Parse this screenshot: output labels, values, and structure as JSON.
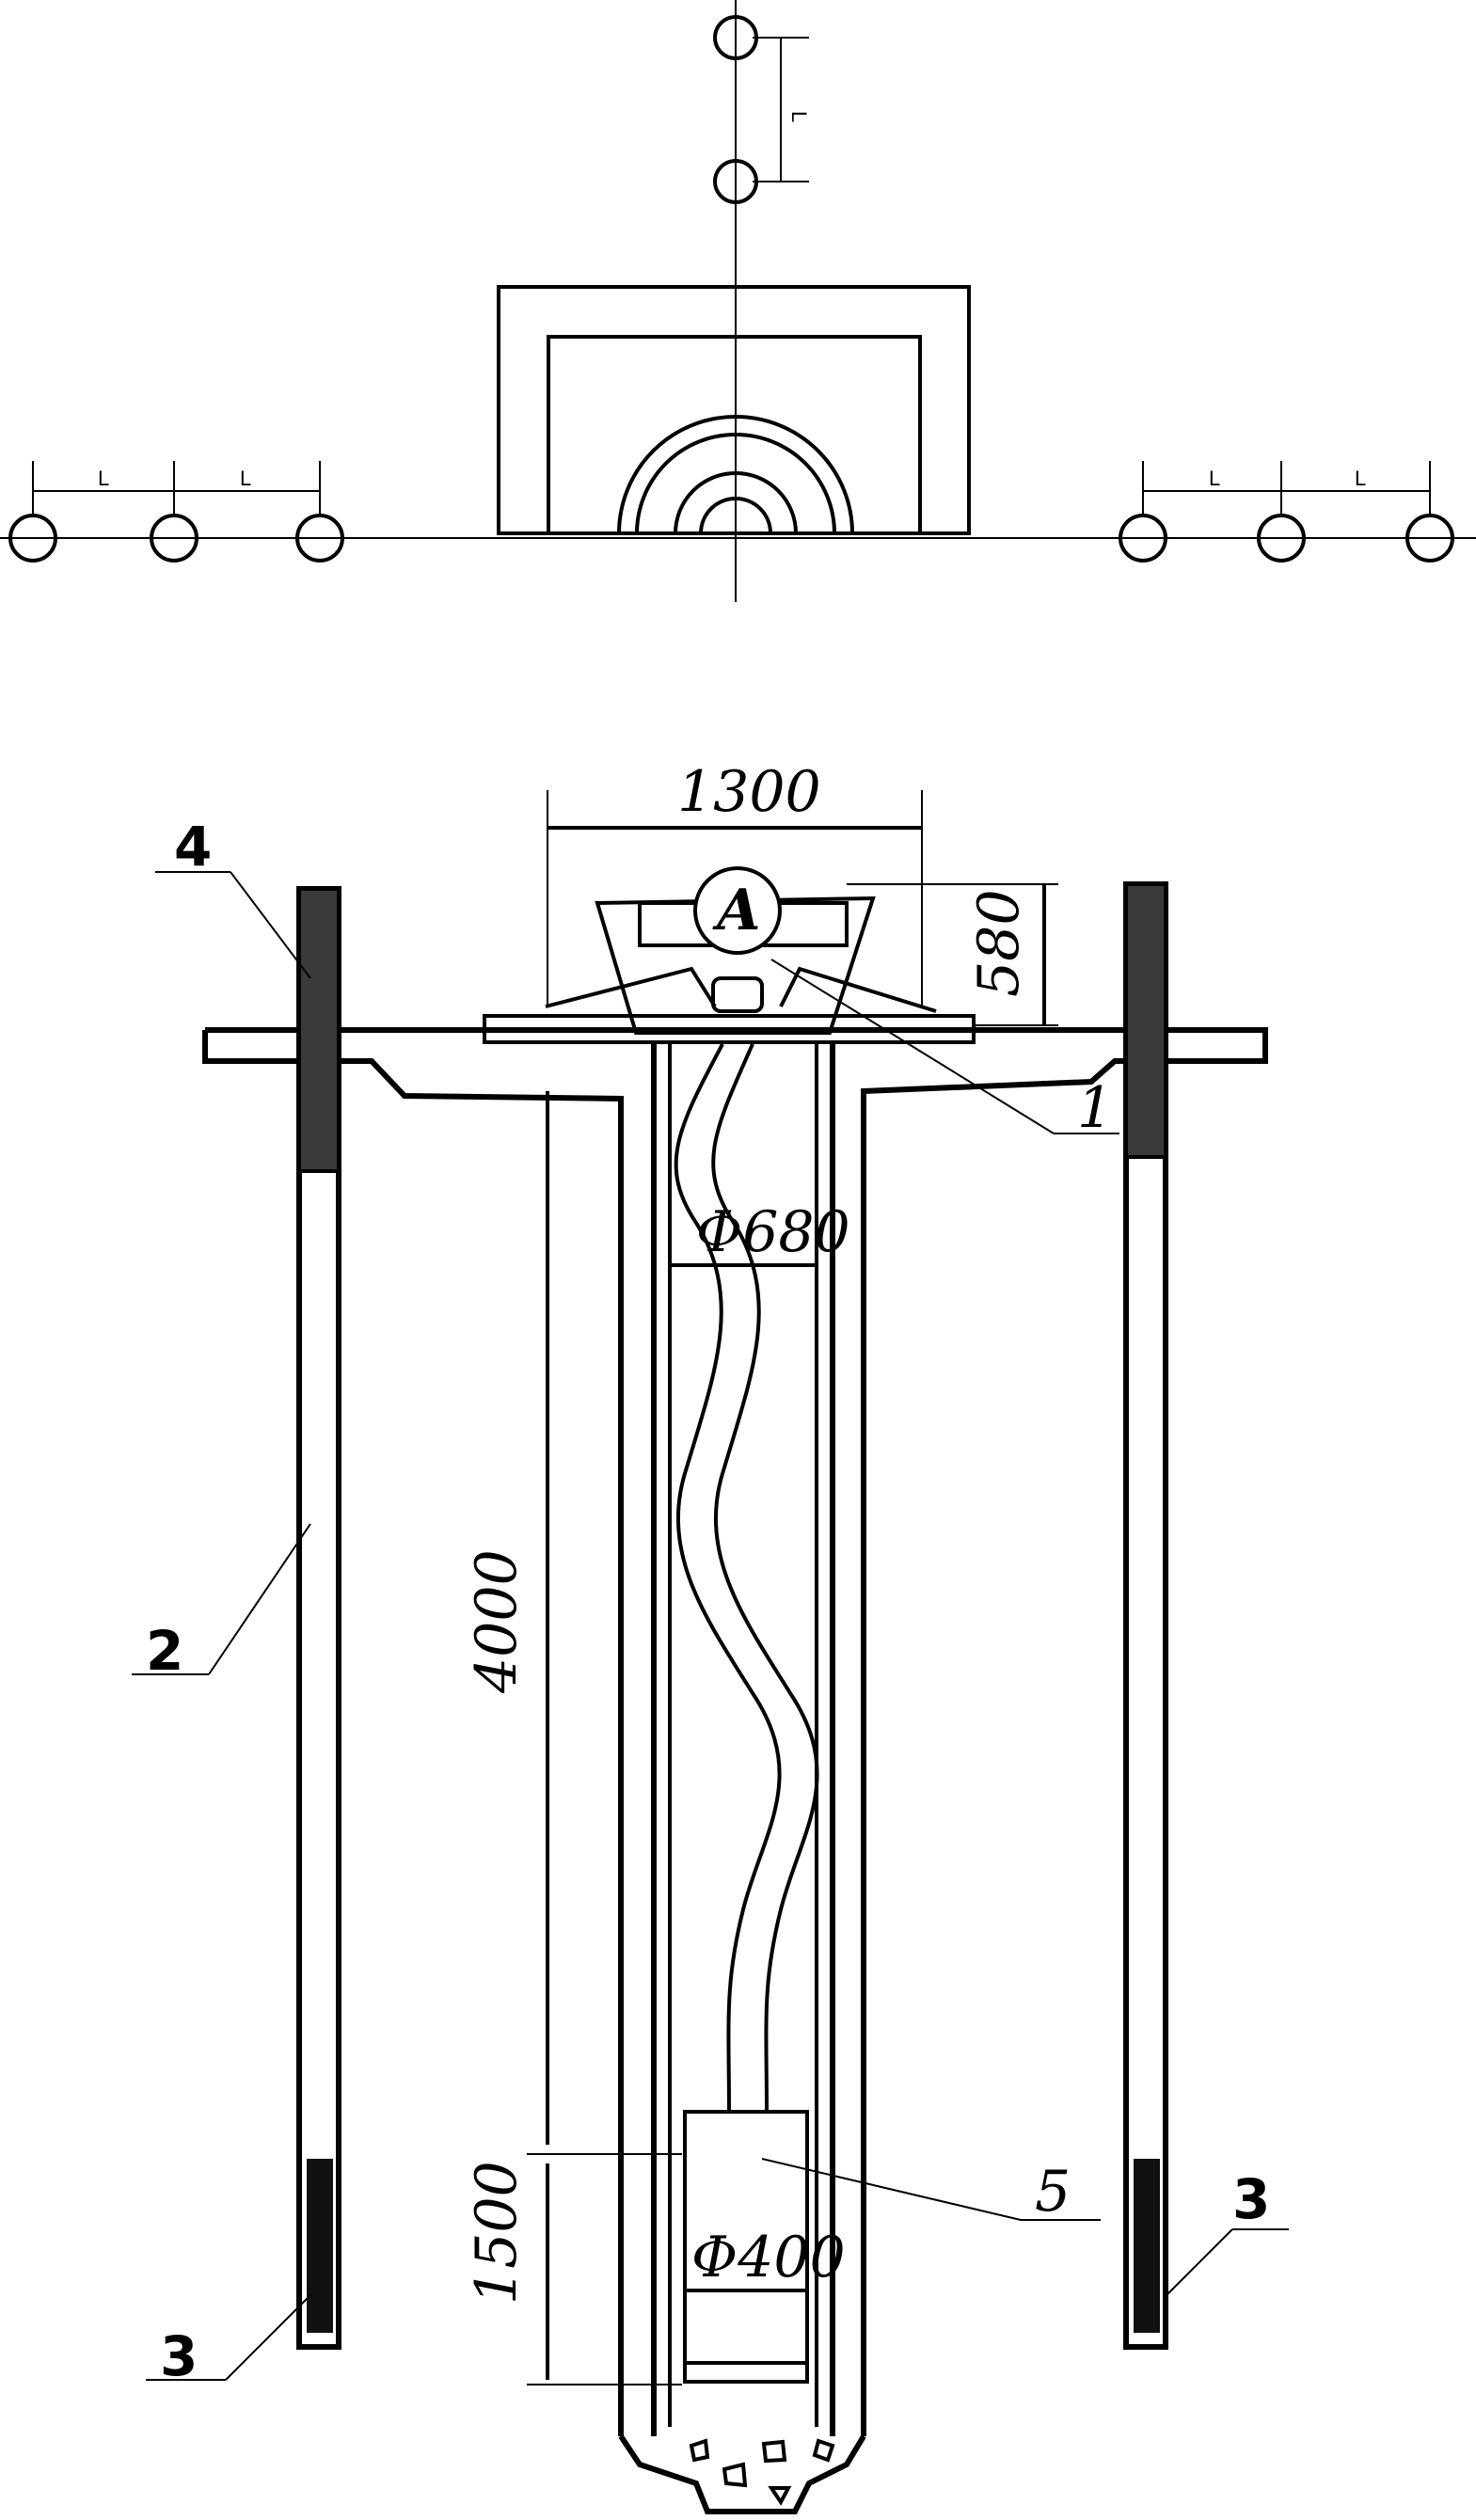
{
  "plan": {
    "spacing_label": "L"
  },
  "section": {
    "dims": {
      "width_top": "1300",
      "height_head": "580",
      "pipe_diameter": "Φ680",
      "depth_main": "4000",
      "depth_lower": "1500",
      "weight_diameter": "Φ400"
    },
    "instrument_label": "A",
    "callouts": [
      "1",
      "2",
      "3",
      "3",
      "4",
      "5"
    ]
  },
  "colors": {
    "line": "#000000",
    "fill_dark": "#3a3a3a",
    "fill_black": "#111111",
    "background": "#ffffff"
  }
}
